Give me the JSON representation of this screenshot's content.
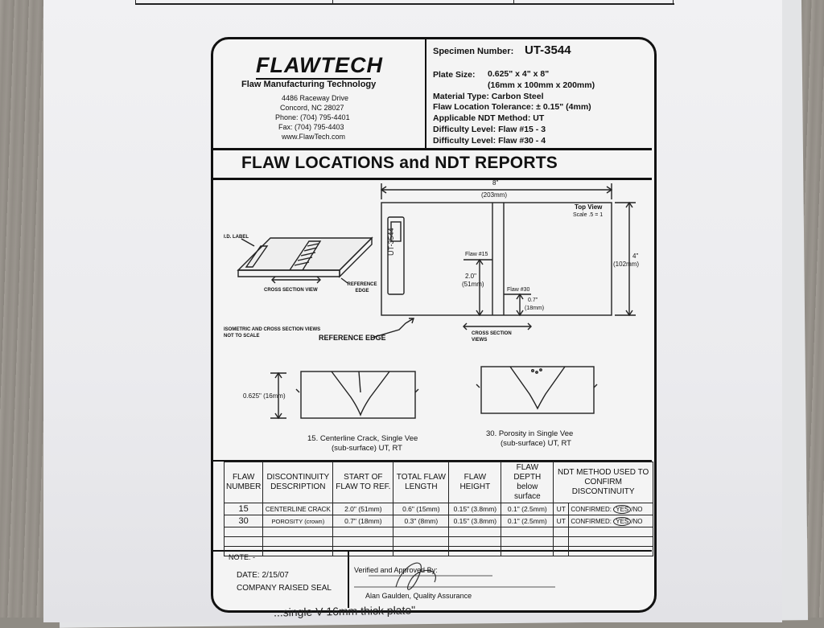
{
  "company": {
    "logo": "FLAWTECH",
    "tagline": "Flaw Manufacturing Technology",
    "address1": "4486 Raceway Drive",
    "address2": "Concord, NC  28027",
    "phone": "Phone:  (704) 795-4401",
    "fax": "Fax:  (704) 795-4403",
    "web": "www.FlawTech.com"
  },
  "specimen": {
    "label": "Specimen Number:",
    "number": "UT-3544",
    "plate_size_label": "Plate Size:",
    "plate_size": "0.625\" x 4\" x 8\"",
    "plate_size_mm": "(16mm x 100mm x 200mm)",
    "material": "Material Type:  Carbon Steel",
    "tolerance": "Flaw Location Tolerance: ± 0.15\" (4mm)",
    "ndt_method": "Applicable NDT Method:  UT",
    "difficulty1": "Difficulty Level:  Flaw #15 -  3",
    "difficulty2": "Difficulty Level:  Flaw #30 -  4"
  },
  "section_title": "FLAW LOCATIONS and NDT REPORTS",
  "diagram": {
    "id_label": "I.D. LABEL",
    "cross_section_view": "CROSS SECTION VIEW",
    "reference_edge_small": "REFERENCE EDGE",
    "not_to_scale": "ISOMETRIC  AND CROSS SECTION VIEWS NOT TO SCALE",
    "reference_edge": "REFERENCE EDGE",
    "length_in": "8\"",
    "length_mm": "(203mm)",
    "top_view": "Top View",
    "scale": "Scale .5 = 1",
    "width_in": "4\"",
    "width_mm": "(102mm)",
    "flaw15": "Flaw #15",
    "flaw15_dist_in": "2.0\"",
    "flaw15_dist_mm": "(51mm)",
    "flaw30": "Flaw #30",
    "flaw30_dist_in": "0.7\"",
    "flaw30_dist_mm": "(18mm)",
    "cross_section_views": "CROSS SECTION VIEWS",
    "plate_label": "UT-3544",
    "thickness": "0.625\" (16mm)",
    "caption15_line1": "15.  Centerline Crack, Single Vee",
    "caption15_line2": "(sub-surface)   UT, RT",
    "caption30_line1": "30.  Porosity in Single Vee",
    "caption30_line2": "(sub-surface)   UT, RT"
  },
  "table": {
    "headers": [
      "FLAW NUMBER",
      "DISCONTINUITY DESCRIPTION",
      "START OF FLAW TO REF.",
      "TOTAL FLAW LENGTH",
      "FLAW HEIGHT",
      "FLAW DEPTH below surface",
      "NDT METHOD USED TO CONFIRM DISCONTINUITY"
    ],
    "rows": [
      {
        "number": "15",
        "description": "CENTERLINE CRACK",
        "start": "2.0\" (51mm)",
        "length": "0.6\" (15mm)",
        "height": "0.15\" (3.8mm)",
        "depth": "0.1\" (2.5mm)",
        "method": "UT",
        "confirmed_label": "CONFIRMED:",
        "yes": "YES",
        "no": "NO"
      },
      {
        "number": "30",
        "description": "POROSITY  (crown)",
        "start": "0.7\" (18mm)",
        "length": "0.3\" (8mm)",
        "height": "0.15\" (3.8mm)",
        "depth": "0.1\" (2.5mm)",
        "method": "UT",
        "confirmed_label": "CONFIRMED:",
        "yes": "YES",
        "no": "NO"
      }
    ]
  },
  "footer": {
    "note": "NOTE:  -",
    "date": "DATE:  2/15/07",
    "seal": "COMPANY RAISED SEAL",
    "verified": "Verified and Approved By:",
    "qa": "Alan Gaulden, Quality Assurance"
  },
  "page_caption": "...single V 16mm thick plate\""
}
